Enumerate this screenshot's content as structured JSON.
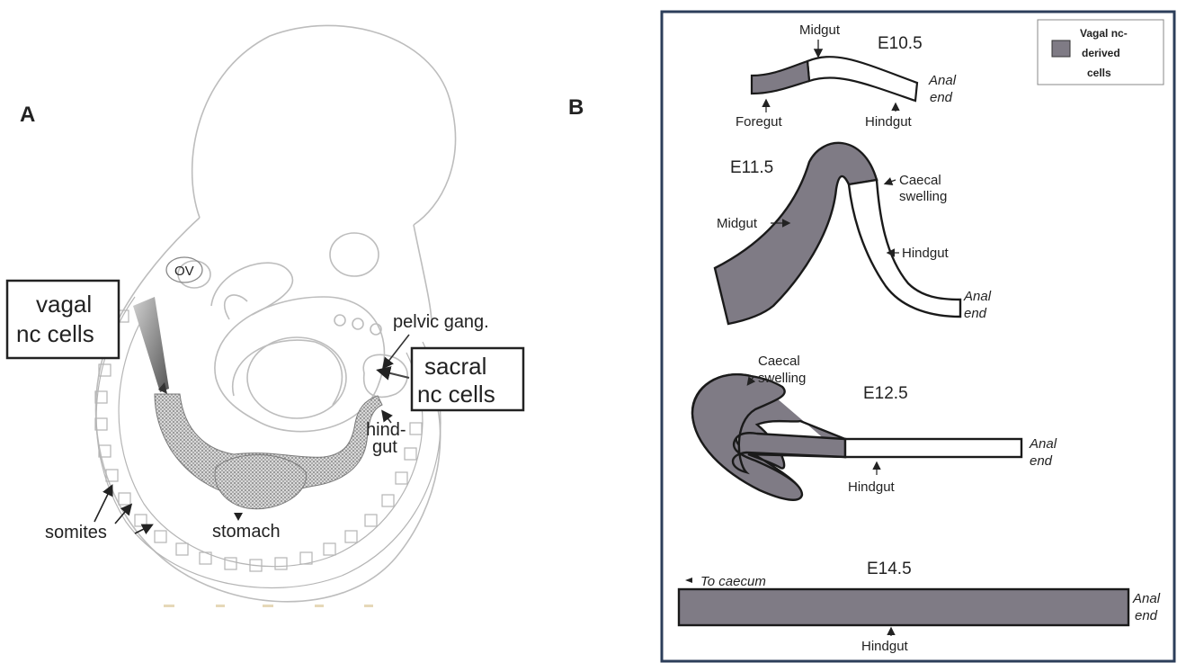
{
  "panel_a": {
    "letter": "A",
    "ov": "OV",
    "vagal_line1": "vagal",
    "vagal_line2": "nc cells",
    "pelvic": "pelvic gang.",
    "sacral_line1": "sacral",
    "sacral_line2": "nc cells",
    "hind_line1": "hind-",
    "hind_line2": "gut",
    "somites": "somites",
    "stomach": "stomach"
  },
  "panel_b": {
    "letter": "B",
    "legend_line1": "Vagal nc-",
    "legend_line2": "derived",
    "legend_line3": "cells",
    "e105": {
      "stage": "E10.5",
      "midgut": "Midgut",
      "foregut": "Foregut",
      "hindgut": "Hindgut",
      "anal1": "Anal",
      "anal2": "end"
    },
    "e115": {
      "stage": "E11.5",
      "caecal1": "Caecal",
      "caecal2": "swelling",
      "midgut": "Midgut",
      "hindgut": "Hindgut",
      "anal1": "Anal",
      "anal2": "end"
    },
    "e125": {
      "stage": "E12.5",
      "caecal1": "Caecal",
      "caecal2": "swelling",
      "hindgut": "Hindgut",
      "anal1": "Anal",
      "anal2": "end"
    },
    "e145": {
      "stage": "E14.5",
      "to_caecum": "To caecum",
      "hindgut": "Hindgut",
      "anal1": "Anal",
      "anal2": "end"
    }
  },
  "colors": {
    "vagal_fill": "#7f7b85",
    "outline": "#1a1a1a",
    "frame": "#2c3e5a",
    "embryo_line": "#b8b8b8",
    "gut_stipple": "#9a9a9a"
  }
}
